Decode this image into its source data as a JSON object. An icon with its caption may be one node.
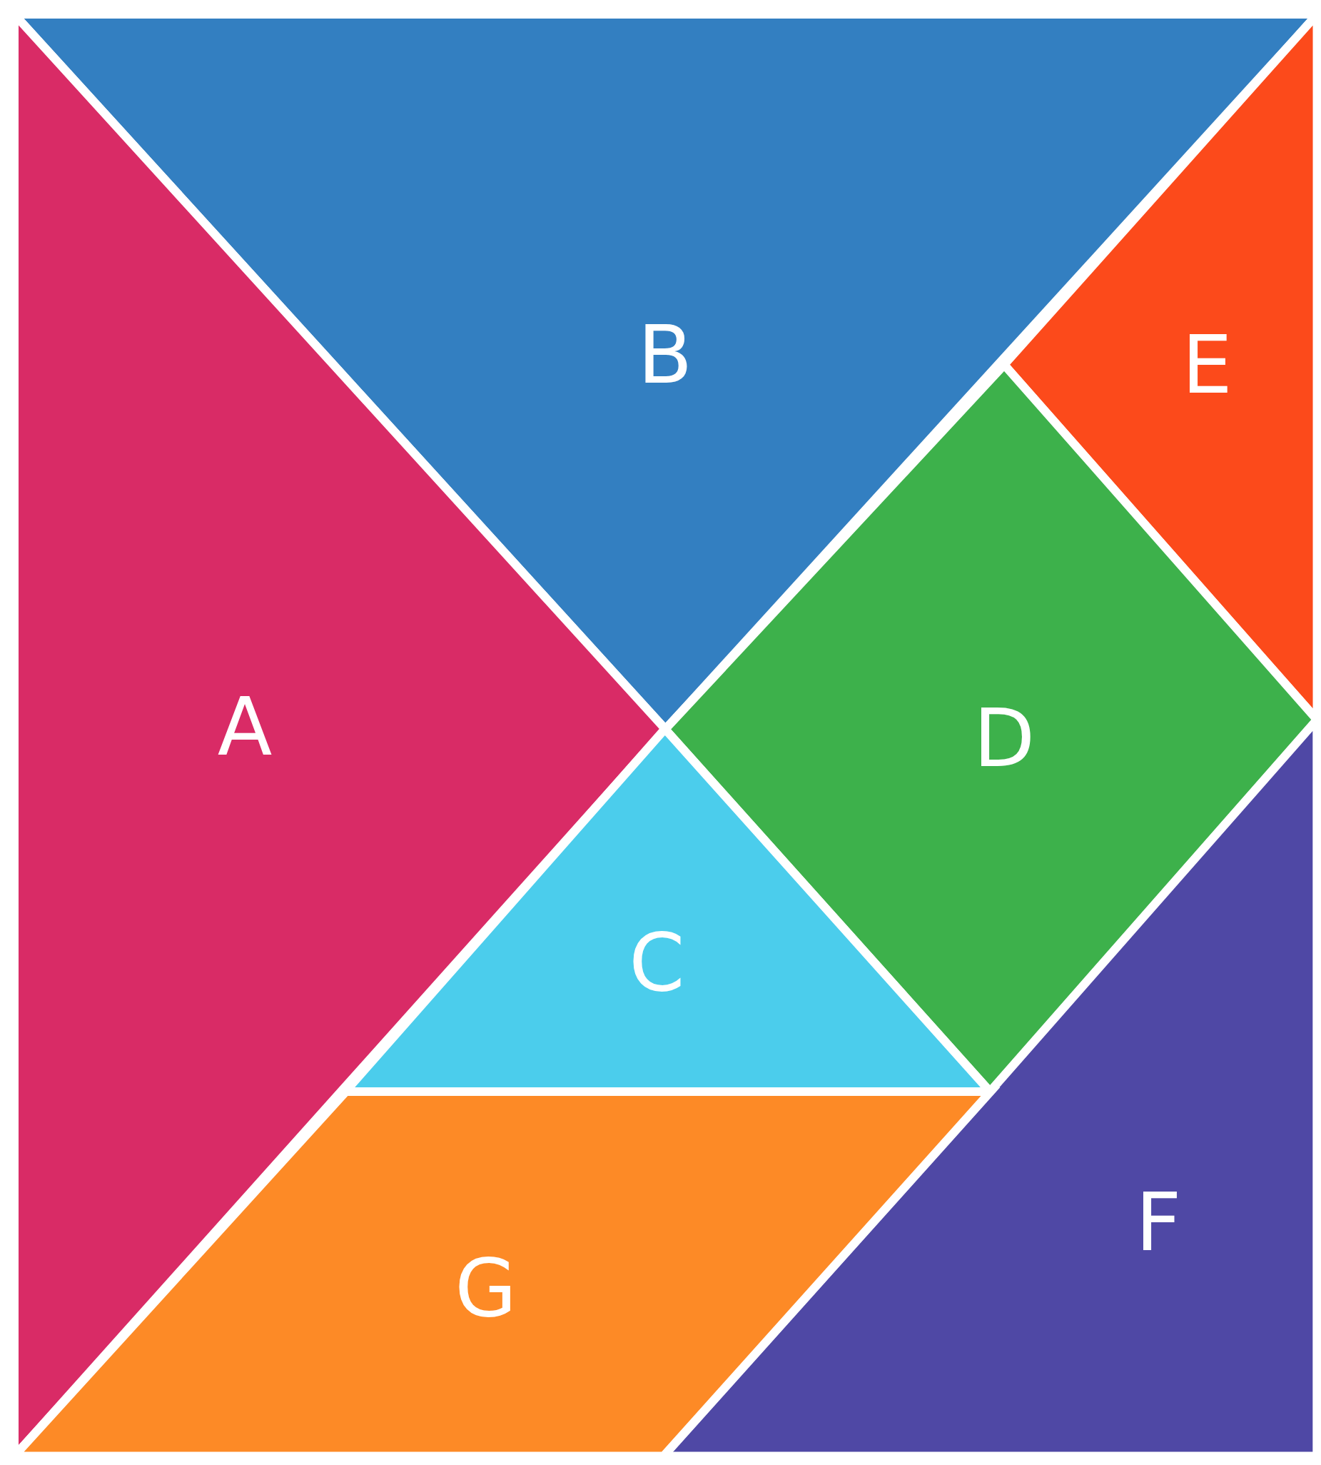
{
  "diagram": {
    "nodes": [
      {
        "text": [
          "B"
        ]
      },
      {
        "text": [
          "E"
        ]
      },
      {
        "text": [
          "A"
        ]
      },
      {
        "text": [
          "D"
        ]
      },
      {
        "text": [
          "C"
        ]
      },
      {
        "text": [
          "F"
        ]
      },
      {
        "text": [
          "G"
        ]
      }
    ]
  }
}
